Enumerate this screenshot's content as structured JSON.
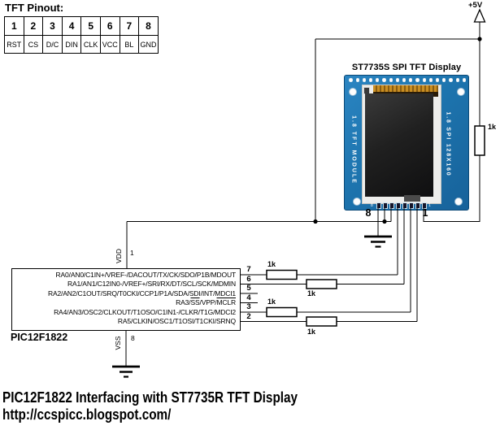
{
  "pinout_table": {
    "title": "TFT Pinout:",
    "numbers": [
      "1",
      "2",
      "3",
      "4",
      "5",
      "6",
      "7",
      "8"
    ],
    "names": [
      "RST",
      "CS",
      "D/C",
      "DIN",
      "CLK",
      "VCC",
      "BL",
      "GND"
    ]
  },
  "power": {
    "label": "+5V"
  },
  "resistors": [
    "1k",
    "1k",
    "1k",
    "1k",
    "1k"
  ],
  "display": {
    "title": "ST7735S SPI TFT Display",
    "left_side_text": "1.8 TFT MODULE",
    "right_side_text": "1.8 SPI 128X160",
    "pin8_label": "8",
    "pin1_label": "1",
    "silk_pin8": "8",
    "silk_pin1": "1",
    "pcb_color": "#1d74ae",
    "screen_color": "#161616",
    "flex_color": "#b97f1e"
  },
  "pic": {
    "name": "PIC12F1822",
    "vdd_label": "VDD",
    "vdd_pin": "1",
    "vss_label": "VSS",
    "vss_pin": "8",
    "pins": [
      {
        "number": "7",
        "segments": [
          {
            "t": "RA0/AN0/C1IN+/VREF-/DACOUT/TX/CK/SDO/P1B/MDOUT"
          }
        ]
      },
      {
        "number": "6",
        "segments": [
          {
            "t": "RA1/AN1/C12IN0-/VREF+/SRI/RX/DT/SCL/SCK/MDMIN"
          }
        ]
      },
      {
        "number": "5",
        "segments": [
          {
            "t": "RA2/AN2/C1OUT/SRQ/T0CKI/CCP1/P1A/SDA/SDI/INT/MDCI1"
          }
        ]
      },
      {
        "number": "4",
        "segments": [
          {
            "t": "RA3/"
          },
          {
            "t": "SS",
            "o": true
          },
          {
            "t": "/VPP/"
          },
          {
            "t": "MCLR",
            "o": true
          }
        ]
      },
      {
        "number": "3",
        "segments": [
          {
            "t": "RA4/AN3/OSC2/CLKOUT/T1OSO/C1IN1-/CLKR/T1G/MDCI2"
          }
        ]
      },
      {
        "number": "2",
        "segments": [
          {
            "t": "RA5/CLKIN/OSC1/T1OSI/T1CKI/SRNQ"
          }
        ]
      }
    ]
  },
  "footer": {
    "title": "PIC12F1822 Interfacing with ST7735R TFT Display",
    "url": "http://ccspicc.blogspot.com/"
  }
}
